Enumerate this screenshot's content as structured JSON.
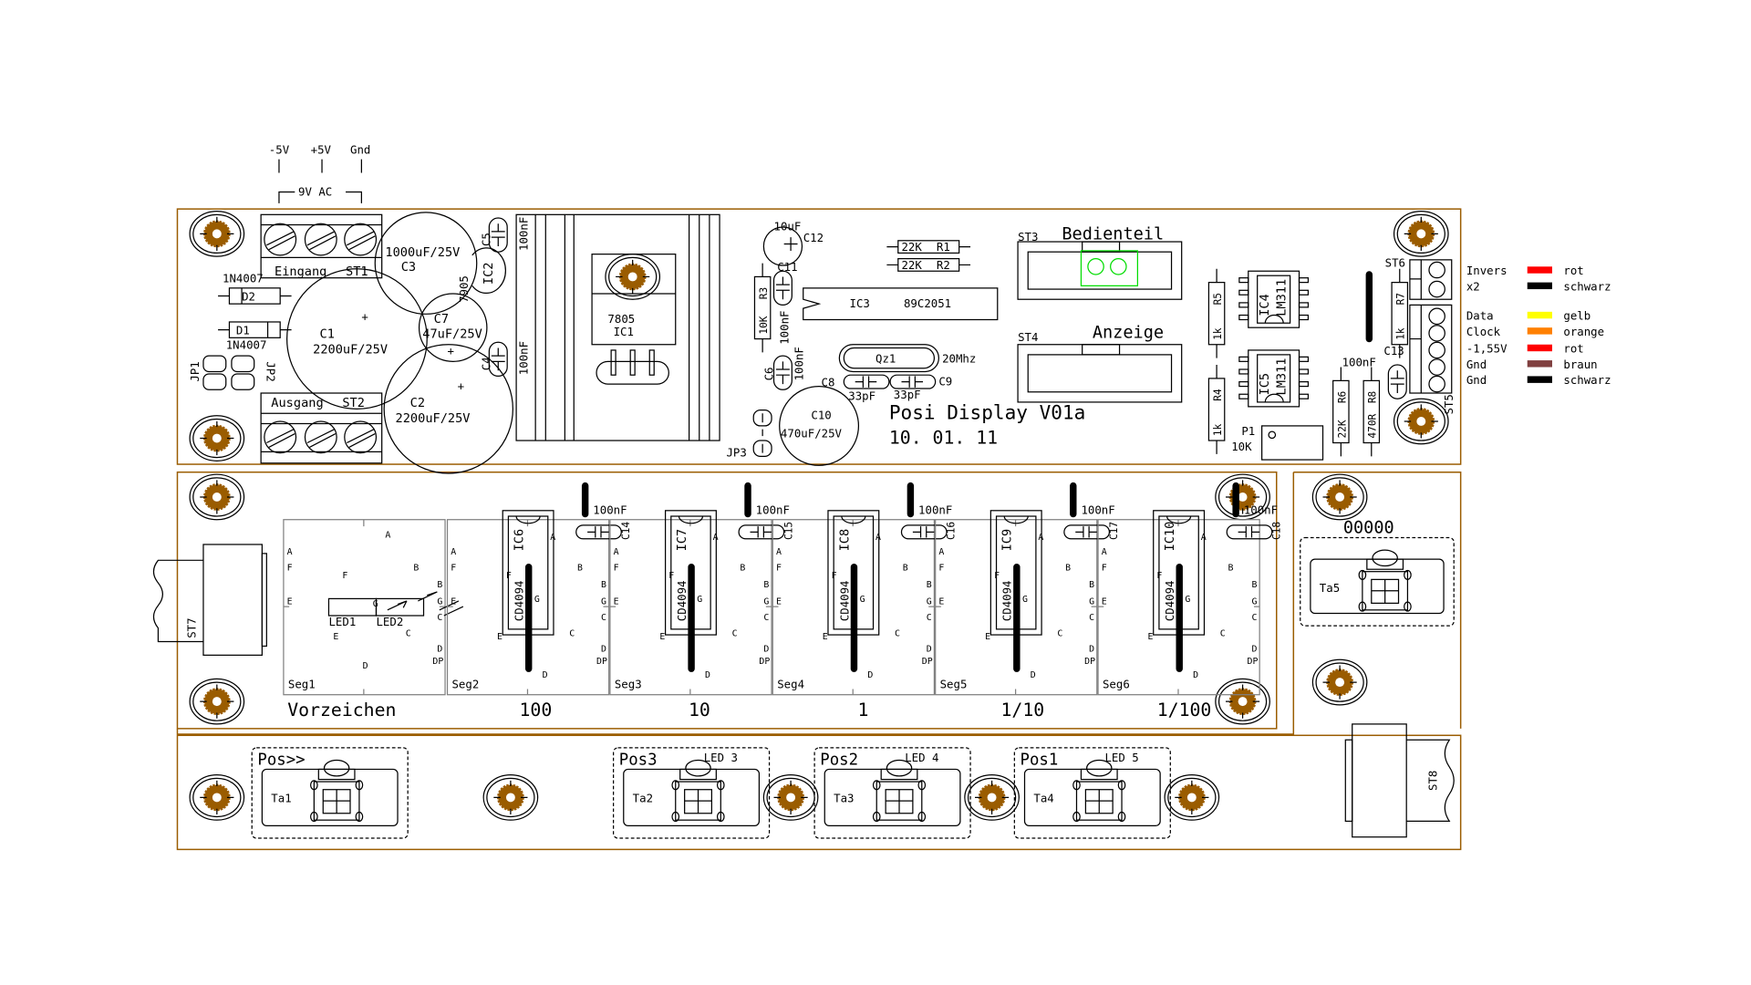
{
  "colors": {
    "board_outline": "#9a5c00",
    "hole": "#9a5c00",
    "connector_highlight": "#00dd00"
  },
  "power": {
    "minus5": "-5V",
    "plus5": "+5V",
    "gnd": "Gnd",
    "ac": "9V AC"
  },
  "st1": {
    "label": "Eingang",
    "ref": "ST1"
  },
  "st2": {
    "label": "Ausgang",
    "ref": "ST2"
  },
  "c3": {
    "ref": "C3",
    "value": "1000uF/25V"
  },
  "ic2": {
    "ref": "IC2",
    "type": "7905"
  },
  "c5": {
    "ref": "C5",
    "value": "100nF"
  },
  "c4": {
    "ref": "C4",
    "value": "100nF"
  },
  "d2": {
    "ref": "D2",
    "type": "1N4007"
  },
  "d1": {
    "ref": "D1",
    "type": "1N4007"
  },
  "jp1": "JP1",
  "jp2": "JP2",
  "jp3": "JP3",
  "c1": {
    "ref": "C1",
    "value": "2200uF/25V"
  },
  "c2": {
    "ref": "C2",
    "value": "2200uF/25V"
  },
  "c7": {
    "ref": "C7",
    "value": "47uF/25V"
  },
  "plus": "+",
  "ic1": {
    "ref": "IC1",
    "type": "7805"
  },
  "c12": {
    "ref": "C12",
    "value": "10uF"
  },
  "c11": {
    "ref": "C11",
    "value": "100nF"
  },
  "r3": {
    "ref": "R3",
    "value": "10K"
  },
  "c6": {
    "ref": "C6",
    "value": "100nF"
  },
  "c10": {
    "ref": "C10",
    "value": "470uF/25V"
  },
  "r1": {
    "ref": "R1",
    "value": "22K"
  },
  "r2": {
    "ref": "R2",
    "value": "22K"
  },
  "ic3": {
    "ref": "IC3",
    "type": "89C2051"
  },
  "qz1": {
    "ref": "Qz1",
    "value": "20Mhz"
  },
  "c8": {
    "ref": "C8",
    "value": "33pF"
  },
  "c9": {
    "ref": "C9",
    "value": "33pF"
  },
  "st3": {
    "ref": "ST3",
    "label": "Bedienteil"
  },
  "st4": {
    "ref": "ST4",
    "label": "Anzeige"
  },
  "title": "Posi Display V01a",
  "date": "10. 01. 11",
  "r5": {
    "ref": "R5",
    "value": "1k"
  },
  "r4": {
    "ref": "R4",
    "value": "1k"
  },
  "r7": {
    "ref": "R7",
    "value": "1k"
  },
  "r6": {
    "ref": "R6",
    "value": "22K"
  },
  "r8": {
    "ref": "R8",
    "value": "470R"
  },
  "ic4": {
    "ref": "IC4",
    "type": "LM311"
  },
  "ic5": {
    "ref": "IC5",
    "type": "LM311"
  },
  "p1": {
    "ref": "P1",
    "value": "10K"
  },
  "c13": {
    "ref": "C13",
    "value": "100nF"
  },
  "st5": "ST5",
  "st6": "ST6",
  "st7": "ST7",
  "st8": "ST8",
  "legend": [
    {
      "signal": "Invers",
      "color": "#ff0000",
      "wire": "rot"
    },
    {
      "signal": "x2",
      "color": "#000000",
      "wire": "schwarz"
    },
    {
      "signal": "Data",
      "color": "#ffff00",
      "wire": "gelb"
    },
    {
      "signal": "Clock",
      "color": "#ff8000",
      "wire": "orange"
    },
    {
      "signal": "-1,55V",
      "color": "#ff0000",
      "wire": "rot"
    },
    {
      "signal": "Gnd",
      "color": "#804040",
      "wire": "braun"
    },
    {
      "signal": "Gnd",
      "color": "#000000",
      "wire": "schwarz"
    }
  ],
  "seg_letters": [
    "A",
    "F",
    "E",
    "B",
    "G",
    "C",
    "D",
    "DP"
  ],
  "led1": "LED1",
  "led2": "LED2",
  "segments": [
    {
      "ref": "Seg1",
      "caption": "Vorzeichen"
    },
    {
      "ref": "Seg2",
      "caption": "100",
      "ic": "IC6",
      "ic_type": "CD4094",
      "cap": "C14",
      "cap_value": "100nF"
    },
    {
      "ref": "Seg3",
      "caption": "10",
      "ic": "IC7",
      "ic_type": "CD4094",
      "cap": "C15",
      "cap_value": "100nF"
    },
    {
      "ref": "Seg4",
      "caption": "1",
      "ic": "IC8",
      "ic_type": "CD4094",
      "cap": "C16",
      "cap_value": "100nF"
    },
    {
      "ref": "Seg5",
      "caption": "1/10",
      "ic": "IC9",
      "ic_type": "CD4094",
      "cap": "C17",
      "cap_value": "100nF"
    },
    {
      "ref": "Seg6",
      "caption": "1/100",
      "ic": "IC10",
      "ic_type": "CD4094",
      "cap": "C18",
      "cap_value": "100nF"
    }
  ],
  "ta5": {
    "ref": "Ta5",
    "label": "00000"
  },
  "buttons": [
    {
      "label": "Pos>>",
      "ref": "Ta1",
      "led": ""
    },
    {
      "label": "Pos3",
      "ref": "Ta2",
      "led": "LED 3"
    },
    {
      "label": "Pos2",
      "ref": "Ta3",
      "led": "LED 4"
    },
    {
      "label": "Pos1",
      "ref": "Ta4",
      "led": "LED 5"
    }
  ]
}
